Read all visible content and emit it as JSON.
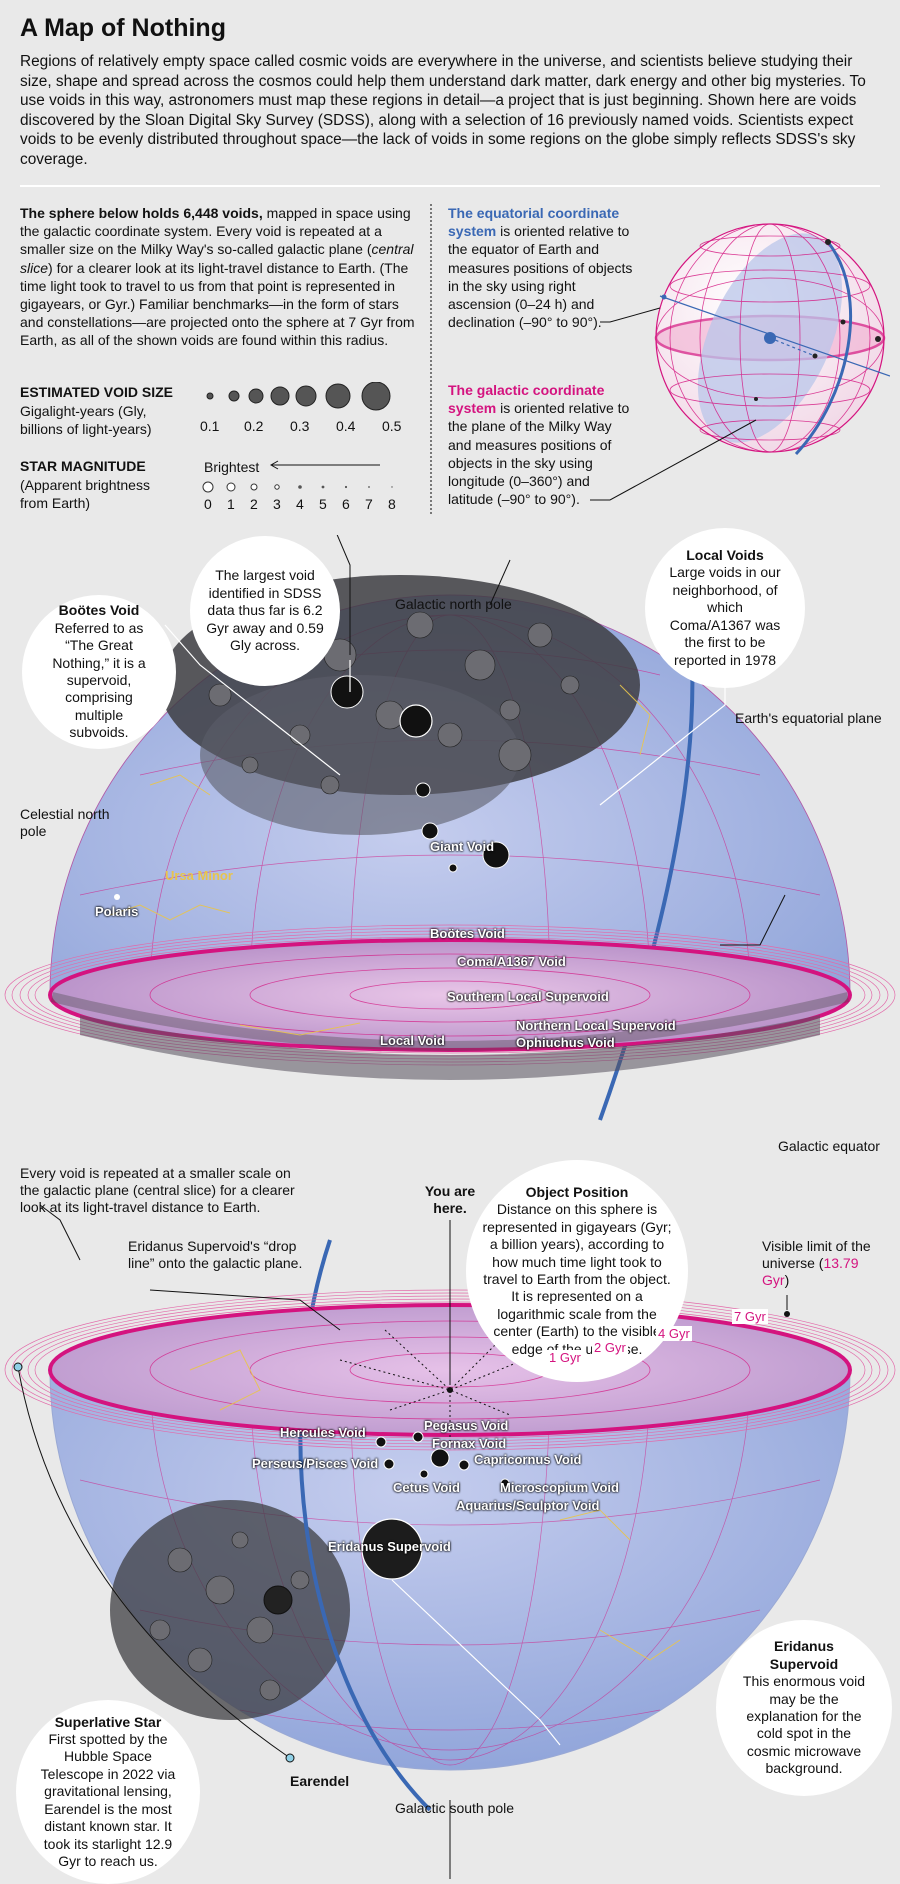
{
  "title": "A Map of Nothing",
  "intro": "Regions of relatively empty space called cosmic voids are everywhere in the universe, and scientists believe studying their size, shape and spread across the cosmos could help them understand dark matter, dark energy and other big mysteries. To use voids in this way, astronomers must map these regions in detail—a project that is just beginning. Shown here are voids discovered by the Sloan Digital Sky Survey (SDSS), along with a selection of 16 previously named voids. Scientists expect voids to be evenly distributed throughout space—the lack of voids in some regions on the globe simply reflects SDSS's sky coverage.",
  "sphere_info": {
    "lead": "The sphere below holds 6,448 voids,",
    "body": " mapped in space using the galactic coordinate system. Every void is repeated at a smaller size on the Milky Way's so-called galactic plane (",
    "italic": "central slice",
    "body2": ") for a clearer look at its light-travel distance to Earth. (The time light took to travel to us from that point is represented in gigayears, or Gyr.) Familiar benchmarks—in the form of stars and constellations—are projected onto the sphere at 7 Gyr from Earth, as all of the shown voids are found within this radius."
  },
  "void_size_legend": {
    "title": "ESTIMATED VOID SIZE",
    "subtitle": "Gigalight-years (Gly, billions of light-years)",
    "values": [
      "0.1",
      "0.2",
      "0.3",
      "0.4",
      "0.5"
    ]
  },
  "magnitude_legend": {
    "title": "STAR MAGNITUDE",
    "subtitle": "(Apparent brightness from Earth)",
    "brightest": "Brightest",
    "values": [
      "0",
      "1",
      "2",
      "3",
      "4",
      "5",
      "6",
      "7",
      "8"
    ]
  },
  "equatorial": {
    "lead": "The equatorial coordinate system",
    "body": " is oriented relative to the equator of Earth and measures positions of objects in the sky using right ascension (0–24 h) and declination (–90° to 90°)."
  },
  "galactic": {
    "lead": "The galactic coordinate system",
    "body": " is oriented relative to the plane of the Milky Way and measures positions of objects in the sky using longitude (0–360°) and latitude (–90° to 90°)."
  },
  "top_callouts": {
    "largest": "The largest void identified in SDSS data thus far is 6.2 Gyr away and 0.59 Gly across.",
    "bootes_title": "Boötes Void",
    "bootes_body": "Referred to as “The Great Nothing,” it is a supervoid, comprising multiple subvoids.",
    "local_title": "Local Voids",
    "local_body": "Large voids in our neighborhood, of which Coma/A1367 was the first to be reported in 1978"
  },
  "top_labels": {
    "north_pole": "Galactic north pole",
    "equatorial_plane": "Earth's equatorial plane",
    "celestial_pole": "Celestial north pole",
    "galactic_equator": "Galactic equator",
    "ursa_minor": "Ursa Minor",
    "polaris": "Polaris"
  },
  "top_voids": [
    "Giant Void",
    "Boötes Void",
    "Coma/A1367 Void",
    "Southern Local Supervoid",
    "Northern Local Supervoid",
    "Ophiuchus Void",
    "Local Void"
  ],
  "bottom_texts": {
    "repeated": "Every void is repeated at a smaller scale on the galactic plane (central slice) for a clearer look at its light-travel distance to Earth.",
    "drop_line": "Eridanus Supervoid's “drop line” onto the galactic plane.",
    "you_are_here": "You are here.",
    "object_title": "Object Position",
    "object_body": "Distance on this sphere is represented in gigayears (Gyr; a billion years), according to how much time light took to travel to Earth from the object. It is represented on a logarithmic scale from the center (Earth) to the visible edge of the universe.",
    "visible_limit": "Visible limit of the universe (",
    "visible_limit_val": "13.79 Gyr",
    "visible_limit_end": ")",
    "south_pole": "Galactic south pole",
    "earendel": "Earendel",
    "star_title": "Superlative Star",
    "star_body": "First spotted by the Hubble Space Telescope in 2022 via gravitational lensing, Earendel is the most distant known star. It took its starlight 12.9 Gyr to reach us.",
    "eridanus_title": "Eridanus Supervoid",
    "eridanus_body": "This enormous void may be the explanation for the cold spot in the cosmic microwave background."
  },
  "gyr_marks": [
    "1 Gyr",
    "2 Gyr",
    "4 Gyr",
    "7 Gyr"
  ],
  "bottom_voids": [
    "Hercules Void",
    "Pegasus Void",
    "Fornax Void",
    "Perseus/Pisces Void",
    "Capricornus Void",
    "Cetus Void",
    "Microscopium Void",
    "Aquarius/Sculptor Void",
    "Eridanus Supervoid"
  ],
  "colors": {
    "equatorial": "#3a68b4",
    "galactic": "#d4137f",
    "void": "#333333",
    "sphere": "#a9b8e0"
  }
}
